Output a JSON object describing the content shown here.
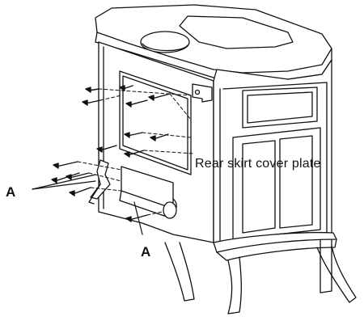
{
  "diagram": {
    "callout_label": "Rear skirt cover plate",
    "part_label_left": "A",
    "part_label_bottom": "A"
  }
}
